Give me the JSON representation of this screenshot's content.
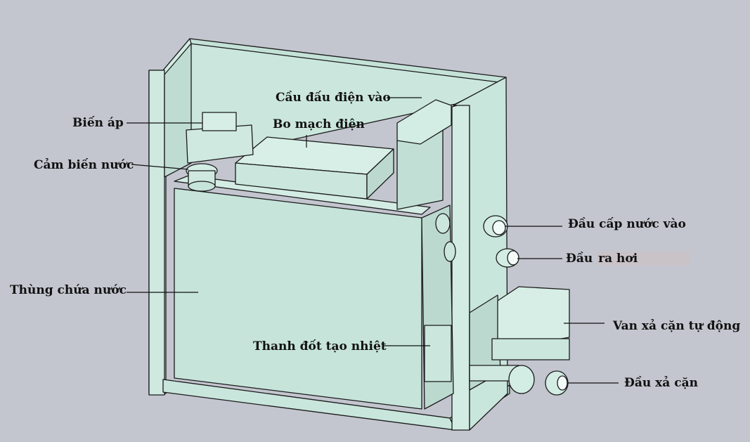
{
  "labels": {
    "bien_ap": "Biến áp",
    "cam_bien_nuoc": "Cảm biến nước",
    "thung_chua_nuoc": "Thùng chứa nước",
    "bo_mach_dien": "Bo mạch điện",
    "cau_dau_dien_vao": "Cầu đấu điện vào",
    "dau_cap_nuoc_vao_1": "Đầu",
    "dau_cap_nuoc_vao_2": "cấp nước vào",
    "dau_ra_hoi_1": "Đầu",
    "dau_ra_hoi_2": "ra hơi",
    "van_xa_can": "Van xả cặn tự động",
    "thanh_dot": "Thanh đốt tạo nhiệt",
    "dau_xa_can": "Đầu xả cặn"
  },
  "colors": {
    "background": "#c3c6cf",
    "body_fill": "#c6e4da",
    "body_fill_light": "#d6eee6",
    "stroke": "#1a1a1a"
  }
}
